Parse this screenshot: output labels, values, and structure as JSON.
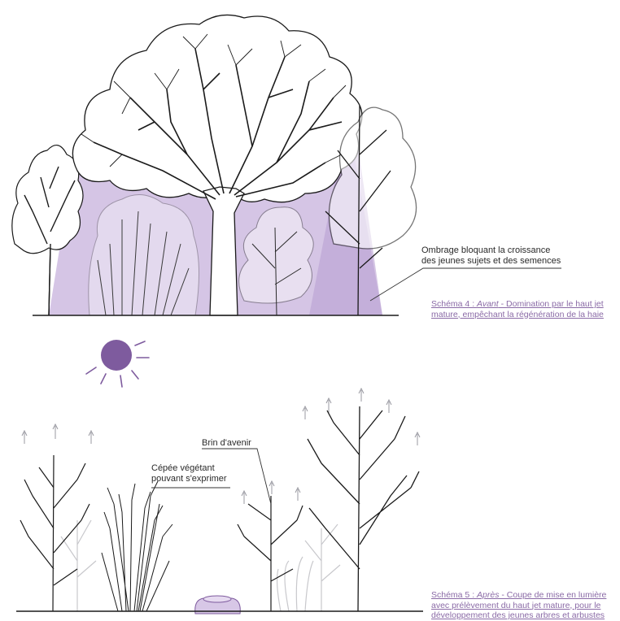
{
  "schema4": {
    "callout_line1": "Ombrage bloquant la croissance",
    "callout_line2": "des jeunes sujets et des semences",
    "caption_prefix": "Schéma 4 : ",
    "caption_emph": "Avant",
    "caption_rest": " - Domination par le haut jet",
    "caption_line2": "mature, empêchant la régénération de la haie"
  },
  "schema5": {
    "callout_brin": "Brin d'avenir",
    "callout_cepee_line1": "Cépée végétant",
    "callout_cepee_line2": "pouvant s'exprimer",
    "caption_prefix": "Schéma 5 : ",
    "caption_emph": "Après",
    "caption_rest": " - Coupe de mise en lumière",
    "caption_line2": "avec prélèvement du haut jet mature, pour le",
    "caption_line3": "développement des jeunes arbres et arbustes"
  },
  "colors": {
    "accent": "#8a6aa6",
    "shade_fill": "#c7b2dc",
    "sun": "#7e5b9e",
    "ink": "#1a1a1a",
    "ghost_tree": "#c8c8cc"
  },
  "icons": {
    "sun": "sun-icon",
    "growth_arrow": "arrow-up-icon"
  }
}
